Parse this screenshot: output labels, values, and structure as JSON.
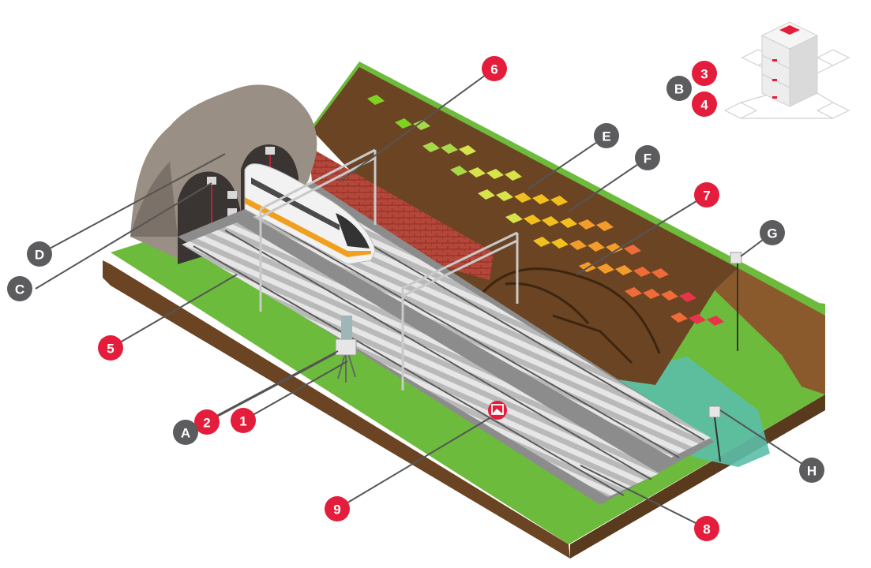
{
  "colors": {
    "red_marker": "#e31d3b",
    "grey_marker": "#5c5c5e",
    "grass": "#6cbb3c",
    "soil": "#6b4423",
    "rock": "#9a8f84",
    "water": "#5cbfa8",
    "track_bed": "#8c8c8c",
    "brick": "#a8392c"
  },
  "markers": {
    "m1": "1",
    "m2": "2",
    "m3": "3",
    "m4": "4",
    "m5": "5",
    "m6": "6",
    "m7": "7",
    "m8": "8",
    "m9": "9",
    "mA": "A",
    "mB": "B",
    "mC": "C",
    "mD": "D",
    "mE": "E",
    "mF": "F",
    "mG": "G",
    "mH": "H"
  },
  "icons": {
    "server_stack": "server-stack-icon",
    "image_badge": "image-icon"
  }
}
